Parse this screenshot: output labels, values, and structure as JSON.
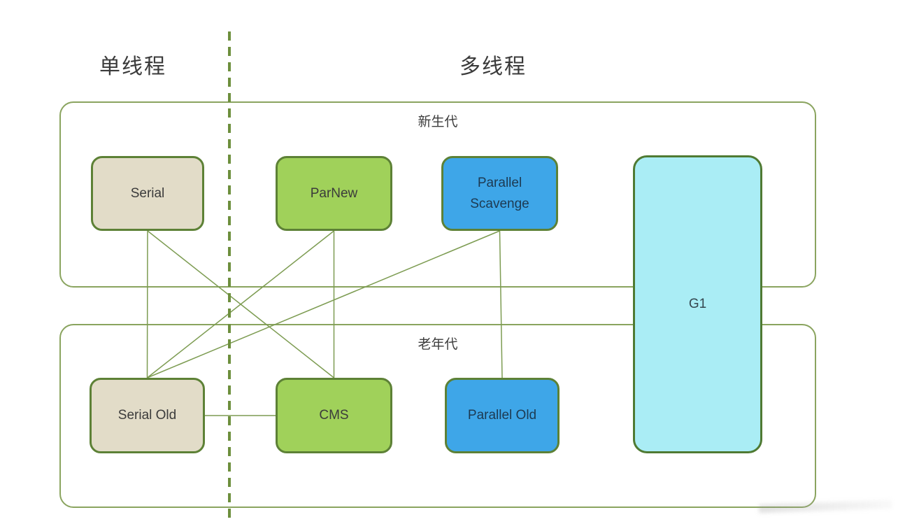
{
  "diagram": {
    "titles": [
      {
        "id": "single-thread",
        "text": "单线程"
      },
      {
        "id": "multi-thread",
        "text": "多线程"
      }
    ],
    "regions": [
      {
        "id": "young",
        "label": "新生代"
      },
      {
        "id": "old",
        "label": "老年代"
      }
    ],
    "collectors": [
      {
        "id": "serial",
        "label": "Serial",
        "generation": "young",
        "fill": "#e2dcc8"
      },
      {
        "id": "parnew",
        "label": "ParNew",
        "generation": "young",
        "fill": "#a0d15a"
      },
      {
        "id": "parallel-scavenge",
        "label": "Parallel Scavenge",
        "generation": "young",
        "fill": "#3ea6e8"
      },
      {
        "id": "g1",
        "label": "G1",
        "generation": "both",
        "fill": "#aaedf5"
      },
      {
        "id": "serial-old",
        "label": "Serial Old",
        "generation": "old",
        "fill": "#e2dcc8"
      },
      {
        "id": "cms",
        "label": "CMS",
        "generation": "old",
        "fill": "#a0d15a"
      },
      {
        "id": "parallel-old",
        "label": "Parallel Old",
        "generation": "old",
        "fill": "#3ea6e8"
      }
    ],
    "connections": [
      {
        "from": "serial",
        "from_anchor": "bottom",
        "to": "serial-old",
        "to_anchor": "top"
      },
      {
        "from": "serial",
        "from_anchor": "bottom",
        "to": "cms",
        "to_anchor": "top"
      },
      {
        "from": "parnew",
        "from_anchor": "bottom",
        "to": "serial-old",
        "to_anchor": "top"
      },
      {
        "from": "parnew",
        "from_anchor": "bottom",
        "to": "cms",
        "to_anchor": "top"
      },
      {
        "from": "parallel-scavenge",
        "from_anchor": "bottom",
        "to": "serial-old",
        "to_anchor": "top"
      },
      {
        "from": "parallel-scavenge",
        "from_anchor": "bottom",
        "to": "parallel-old",
        "to_anchor": "top"
      },
      {
        "from": "serial-old",
        "from_anchor": "right",
        "to": "cms",
        "to_anchor": "left"
      }
    ],
    "colors": {
      "node_border": "#5d8136",
      "region_border": "#8aa45f",
      "connector": "#7d9c52",
      "divider": "#6d8f3d",
      "beige_fill": "#e2dcc8",
      "green_fill": "#a0d15a",
      "blue_fill": "#3ea6e8",
      "cyan_fill": "#aaedf5"
    }
  }
}
